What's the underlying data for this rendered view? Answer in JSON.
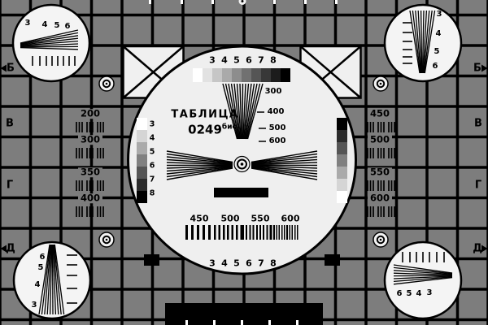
{
  "table": {
    "name_label": "ТАБЛИЦА",
    "number": "0249",
    "number_suffix": "бис"
  },
  "letters": {
    "left": [
      "Б",
      "В",
      "Г",
      "Д"
    ],
    "right": [
      "Б",
      "В",
      "Г",
      "Д"
    ]
  },
  "panels": {
    "left": [
      "200",
      "300",
      "350",
      "400"
    ],
    "right": [
      "450",
      "500",
      "550",
      "600"
    ]
  },
  "circle": {
    "top_scale": [
      "3",
      "4",
      "5",
      "6",
      "7",
      "8"
    ],
    "bottom_scale": [
      "3",
      "4",
      "5",
      "6",
      "7",
      "8"
    ],
    "wedge_marks": [
      "300",
      "400",
      "500",
      "600"
    ],
    "bottom_marks": [
      "450",
      "500",
      "550",
      "600"
    ],
    "step_scale": [
      "3",
      "4",
      "5",
      "6",
      "7",
      "8"
    ]
  },
  "corners": {
    "top_left": [
      "3",
      "4",
      "5",
      "6"
    ],
    "top_right": [
      "3",
      "4",
      "5",
      "6"
    ],
    "bottom_left": [
      "6",
      "5",
      "4",
      "3"
    ],
    "bottom_right": [
      "6",
      "5",
      "4",
      "3"
    ]
  },
  "colors": {
    "background": "#000000",
    "cell_gray": "#7d7d7d",
    "field_white": "#efefef"
  }
}
